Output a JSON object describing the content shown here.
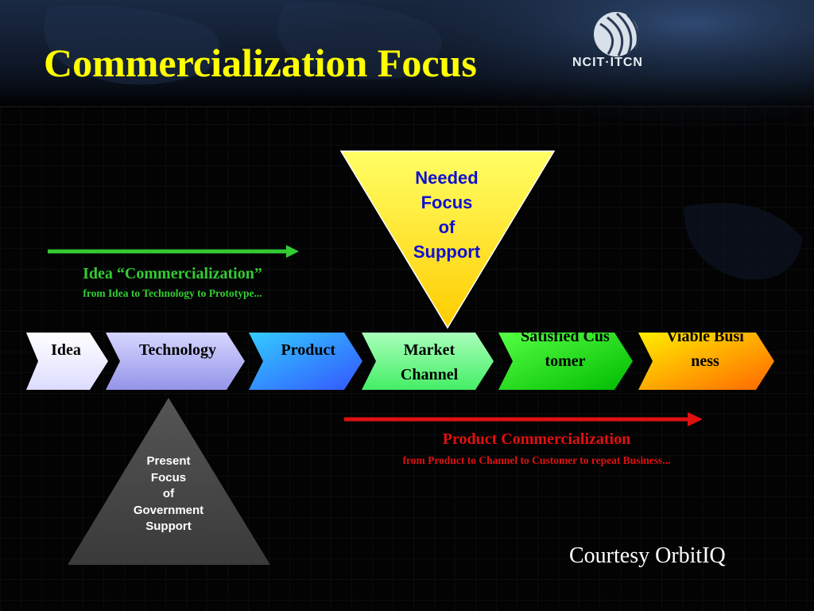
{
  "slide": {
    "title": "Commercialization Focus",
    "logo_text": "NCIT·ITCN",
    "courtesy": "Courtesy OrbitIQ"
  },
  "needed_focus": {
    "lines": [
      "Needed",
      "Focus",
      "of",
      "Support"
    ]
  },
  "present_focus": {
    "lines": [
      "Present",
      "Focus",
      "of",
      "Government",
      "Support"
    ]
  },
  "idea_commercialization": {
    "title": "Idea “Commercialization”",
    "subtitle": "from Idea to Technology to Prototype..."
  },
  "product_commercialization": {
    "title": "Product Commercialization",
    "subtitle": "from Product to Channel to Customer to repeat Business..."
  },
  "stages": [
    {
      "label": "Idea",
      "color_top": "#ffffff",
      "color_bottom": "#e4e4ff"
    },
    {
      "label": "Technology",
      "color_top": "#ccccff",
      "color_bottom": "#9999ee"
    },
    {
      "label": "Product",
      "color_top": "#33ccff",
      "color_bottom": "#3366ff"
    },
    {
      "label": "Market Channel",
      "color_top": "#99ffaa",
      "color_bottom": "#55ee77"
    },
    {
      "label": "Satisfied Customer",
      "color_top": "#33ff33",
      "color_bottom": "#00bb00"
    },
    {
      "label": "Viable Business",
      "color_top": "#ffee00",
      "color_bottom": "#ff6600"
    }
  ],
  "colors": {
    "title": "#ffff00",
    "idea_arrow": "#33cc33",
    "product_arrow": "#e01010",
    "needed_text": "#1010d0",
    "needed_fill_top": "#ffff66",
    "needed_fill_bottom": "#ffcc00"
  }
}
